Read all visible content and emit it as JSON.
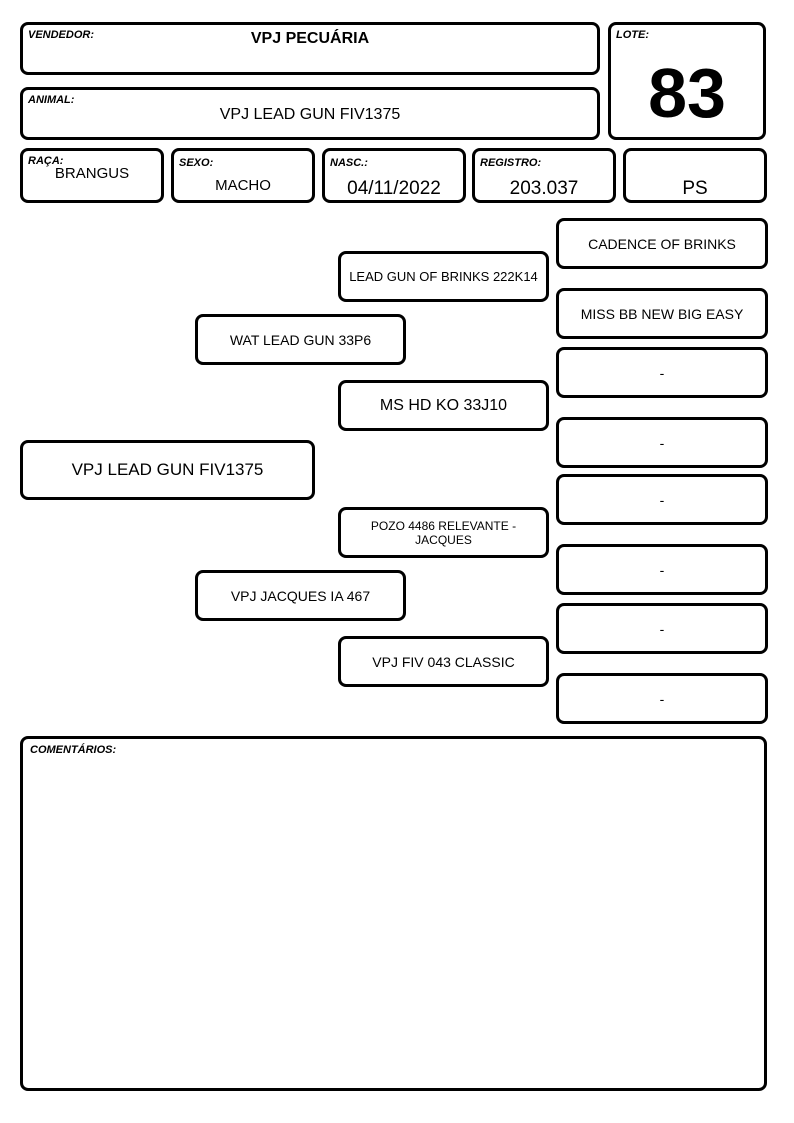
{
  "header": {
    "seller_label": "VENDEDOR:",
    "seller": "VPJ PECUÁRIA",
    "lot_label": "LOTE:",
    "lot": "83",
    "animal_label": "ANIMAL:",
    "animal": "VPJ LEAD GUN FIV1375"
  },
  "info": {
    "breed_label": "RAÇA:",
    "breed": "BRANGUS",
    "sex_label": "SEXO:",
    "sex": "MACHO",
    "birth_label": "NASC.:",
    "birth": "04/11/2022",
    "registry_label": "REGISTRO:",
    "registry": "203.037",
    "category": "PS"
  },
  "pedigree": {
    "animal": "VPJ LEAD GUN FIV1375",
    "sire": "WAT LEAD GUN 33P6",
    "dam": "VPJ JACQUES IA 467",
    "sire_sire": "LEAD GUN OF BRINKS 222K14",
    "sire_dam": "MS HD KO 33J10",
    "dam_sire": "POZO 4486 RELEVANTE - JACQUES",
    "dam_dam": "VPJ FIV 043 CLASSIC",
    "ggp": [
      "CADENCE OF BRINKS",
      "MISS BB NEW BIG EASY",
      "-",
      "-",
      "-",
      "-",
      "-",
      "-"
    ]
  },
  "comments": {
    "label": "COMENTÁRIOS:",
    "text": ""
  }
}
